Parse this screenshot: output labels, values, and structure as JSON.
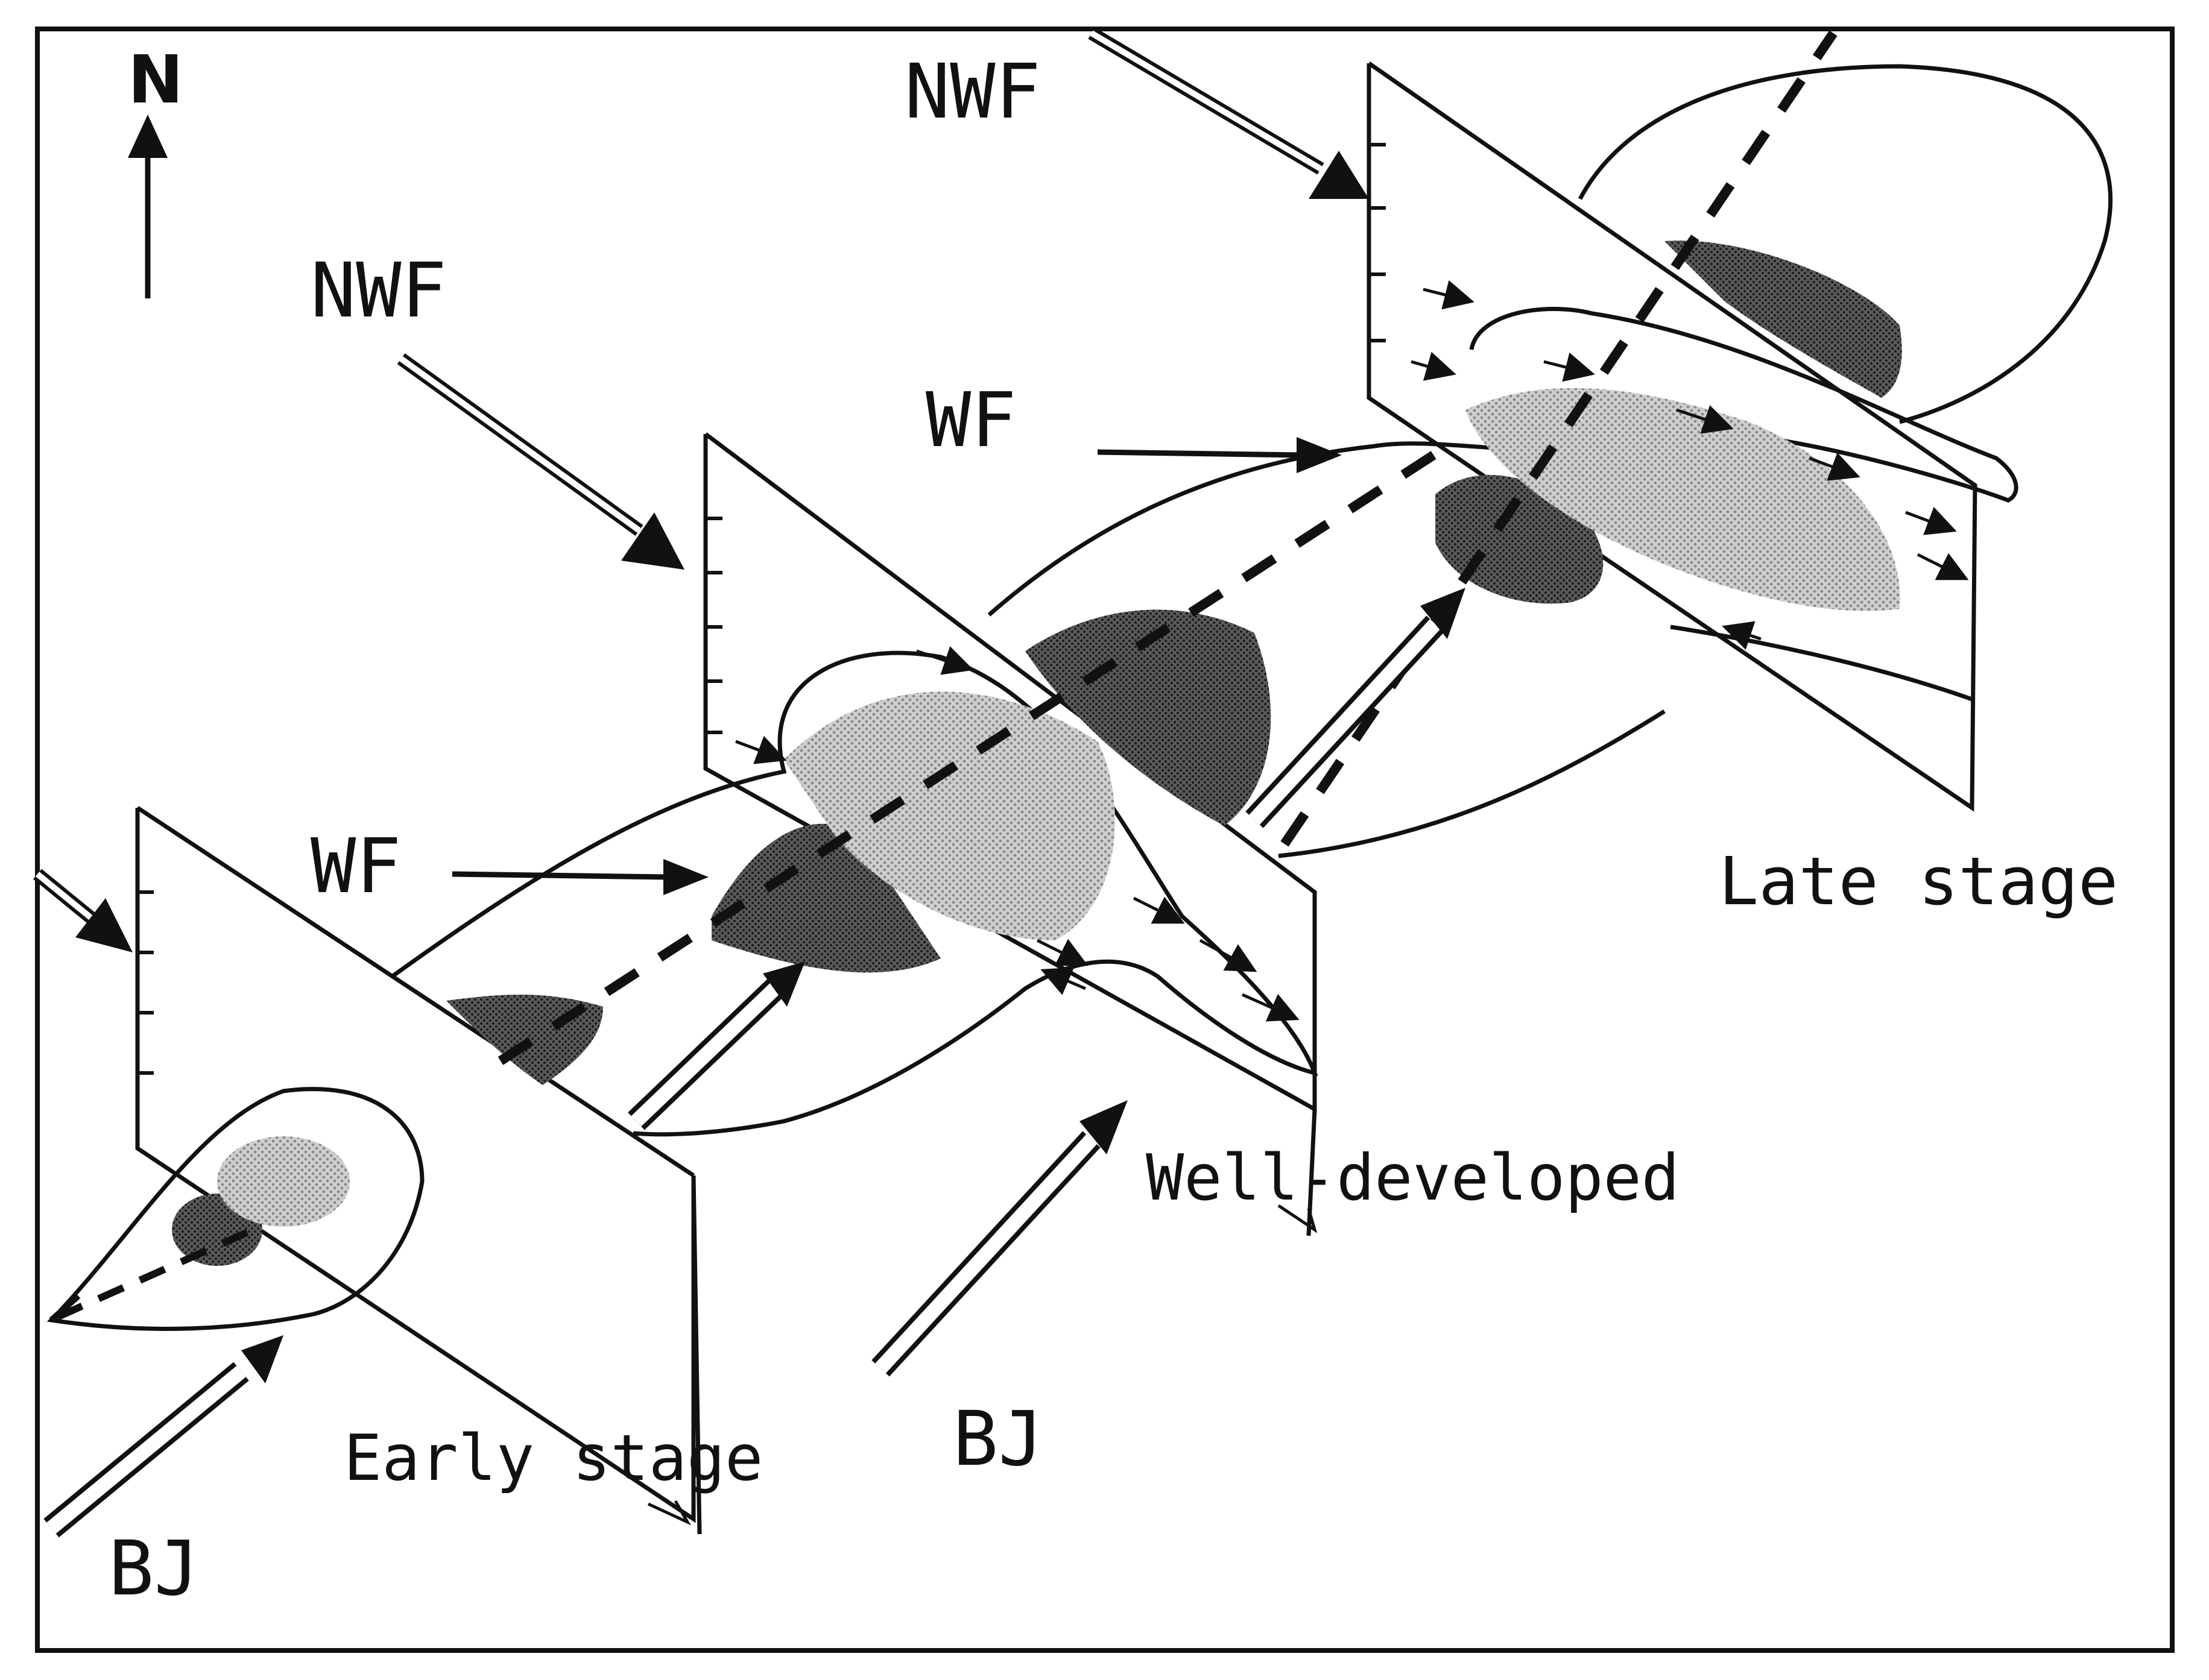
{
  "labels": {
    "north": "N",
    "nwf_top": "NWF",
    "nwf_mid": "NWF",
    "wf_mid": "WF",
    "wf_right": "WF",
    "bj_left": "BJ",
    "bj_mid": "BJ",
    "early_stage": "Early stage",
    "well_developed": "Well-developed",
    "late_stage": "Late stage"
  },
  "colors": {
    "ink": "#111111",
    "dark_shade": "#3a3a3a",
    "light_shade": "#b4b4b4",
    "background": "#ffffff"
  }
}
